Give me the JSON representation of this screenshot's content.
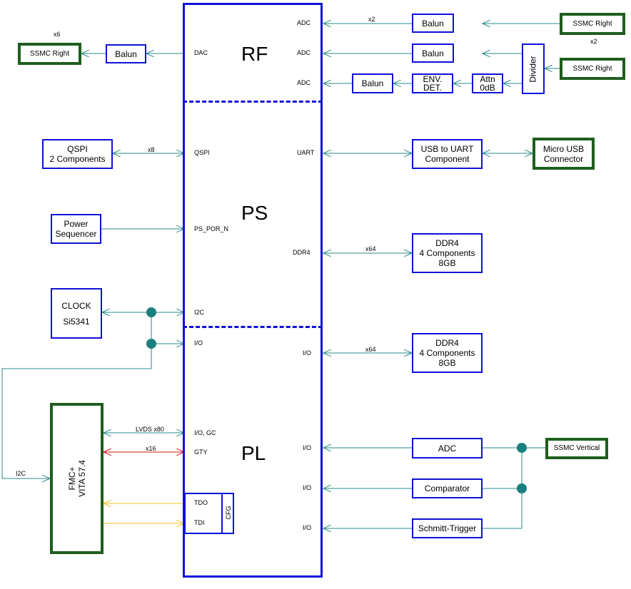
{
  "sections": {
    "rf": "RF",
    "ps": "PS",
    "pl": "PL"
  },
  "ports": {
    "adc": "ADC",
    "dac": "DAC",
    "qspi": "QSPI",
    "uart": "UART",
    "ps_por_n": "PS_POR_N",
    "ddr4": "DDR4",
    "i2c": "I2C",
    "io": "I/O",
    "io_gc": "I/O, GC",
    "gty": "GTY",
    "tdo": "TDO",
    "tdi": "TDI",
    "cfg": "CFG"
  },
  "blocks": {
    "ssmc_right": "SSMC Right",
    "balun": "Balun",
    "env_det": [
      "ENV.",
      "DET."
    ],
    "attn": [
      "Attn",
      "0dB"
    ],
    "divider": "Divider",
    "qspi_comp": [
      "QSPI",
      "2 Components"
    ],
    "usb_uart": [
      "USB to UART",
      "Component"
    ],
    "micro_usb": [
      "Micro USB",
      "Connector"
    ],
    "power_seq": [
      "Power",
      "Sequencer"
    ],
    "ddr4_comp": [
      "DDR4",
      "4 Components",
      "8GB"
    ],
    "clock": [
      "CLOCK",
      "Si5341"
    ],
    "fmc": [
      "FMC+",
      "VITA 57.4"
    ],
    "adc_block": "ADC",
    "ssmc_vertical": "SSMC Vertical",
    "comparator": "Comparator",
    "schmitt": "Schmitt-Trigger"
  },
  "wire_labels": {
    "x2": "x2",
    "x6": "x6",
    "x8": "x8",
    "x64": "x64",
    "lvds": "LVDS x80",
    "x16": "x16",
    "i2c": "I2C"
  },
  "colors": {
    "fpga_border": "#1010d8",
    "block_border_blue": "#1010d8",
    "connector_border_green": "#1e5e1e",
    "signal_wire": "#2a8a8a",
    "junction_dot": "#1a7f7f",
    "gty_wire": "#d01010",
    "jtag_wire": "#f0c020"
  }
}
